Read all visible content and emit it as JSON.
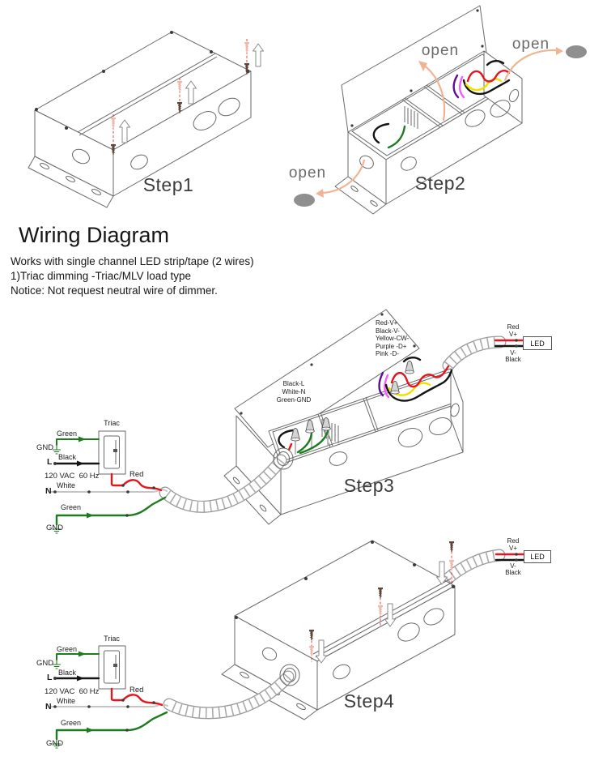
{
  "document": {
    "title": "Wiring Diagram",
    "intro_lines": [
      "Works with single channel LED strip/tape (2 wires)",
      "1)Triac dimming -Triac/MLV load type",
      "Notice: Not request neutral wire of dimmer."
    ]
  },
  "steps": {
    "step1": {
      "label": "Step1"
    },
    "step2": {
      "label": "Step2",
      "open_top": "open",
      "open_right": "open",
      "open_left": "open"
    },
    "step3": {
      "label": "Step3"
    },
    "step4": {
      "label": "Step4"
    }
  },
  "lid_labels": {
    "output_side": [
      "Red-V+",
      "Black-V-",
      "Yellow-CW-",
      "Purple -D+",
      "Pink -D-"
    ],
    "input_side": [
      "Black-L",
      "White-N",
      "Green-GND"
    ]
  },
  "led_connection": {
    "wire_top": "Red",
    "terminal_top": "V+",
    "device": "LED",
    "terminal_bottom": "V-",
    "wire_bottom": "Black"
  },
  "dimmer_circuit": {
    "dimmer": "Triac",
    "ground_wire": "Green",
    "ground": "GND",
    "live_wire": "Black",
    "live": "L",
    "supply": "120 VAC  60 Hz",
    "neutral_wire": "White",
    "neutral": "N",
    "dimmed_wire": "Red"
  },
  "colors": {
    "line_art": "#6a6a6a",
    "wire_red": "#e8131b",
    "wire_black": "#141414",
    "wire_green": "#1c7c1f",
    "wire_white": "#c6c6c6",
    "wire_yellow": "#f0e000",
    "wire_pink": "#fa5af7",
    "wire_purple": "#5a1090",
    "open_arrow": "#f0b493",
    "knockout_plug": "#8f8f8f",
    "screw_dark": "#5f463c",
    "screw_light": "#efb9ac"
  }
}
